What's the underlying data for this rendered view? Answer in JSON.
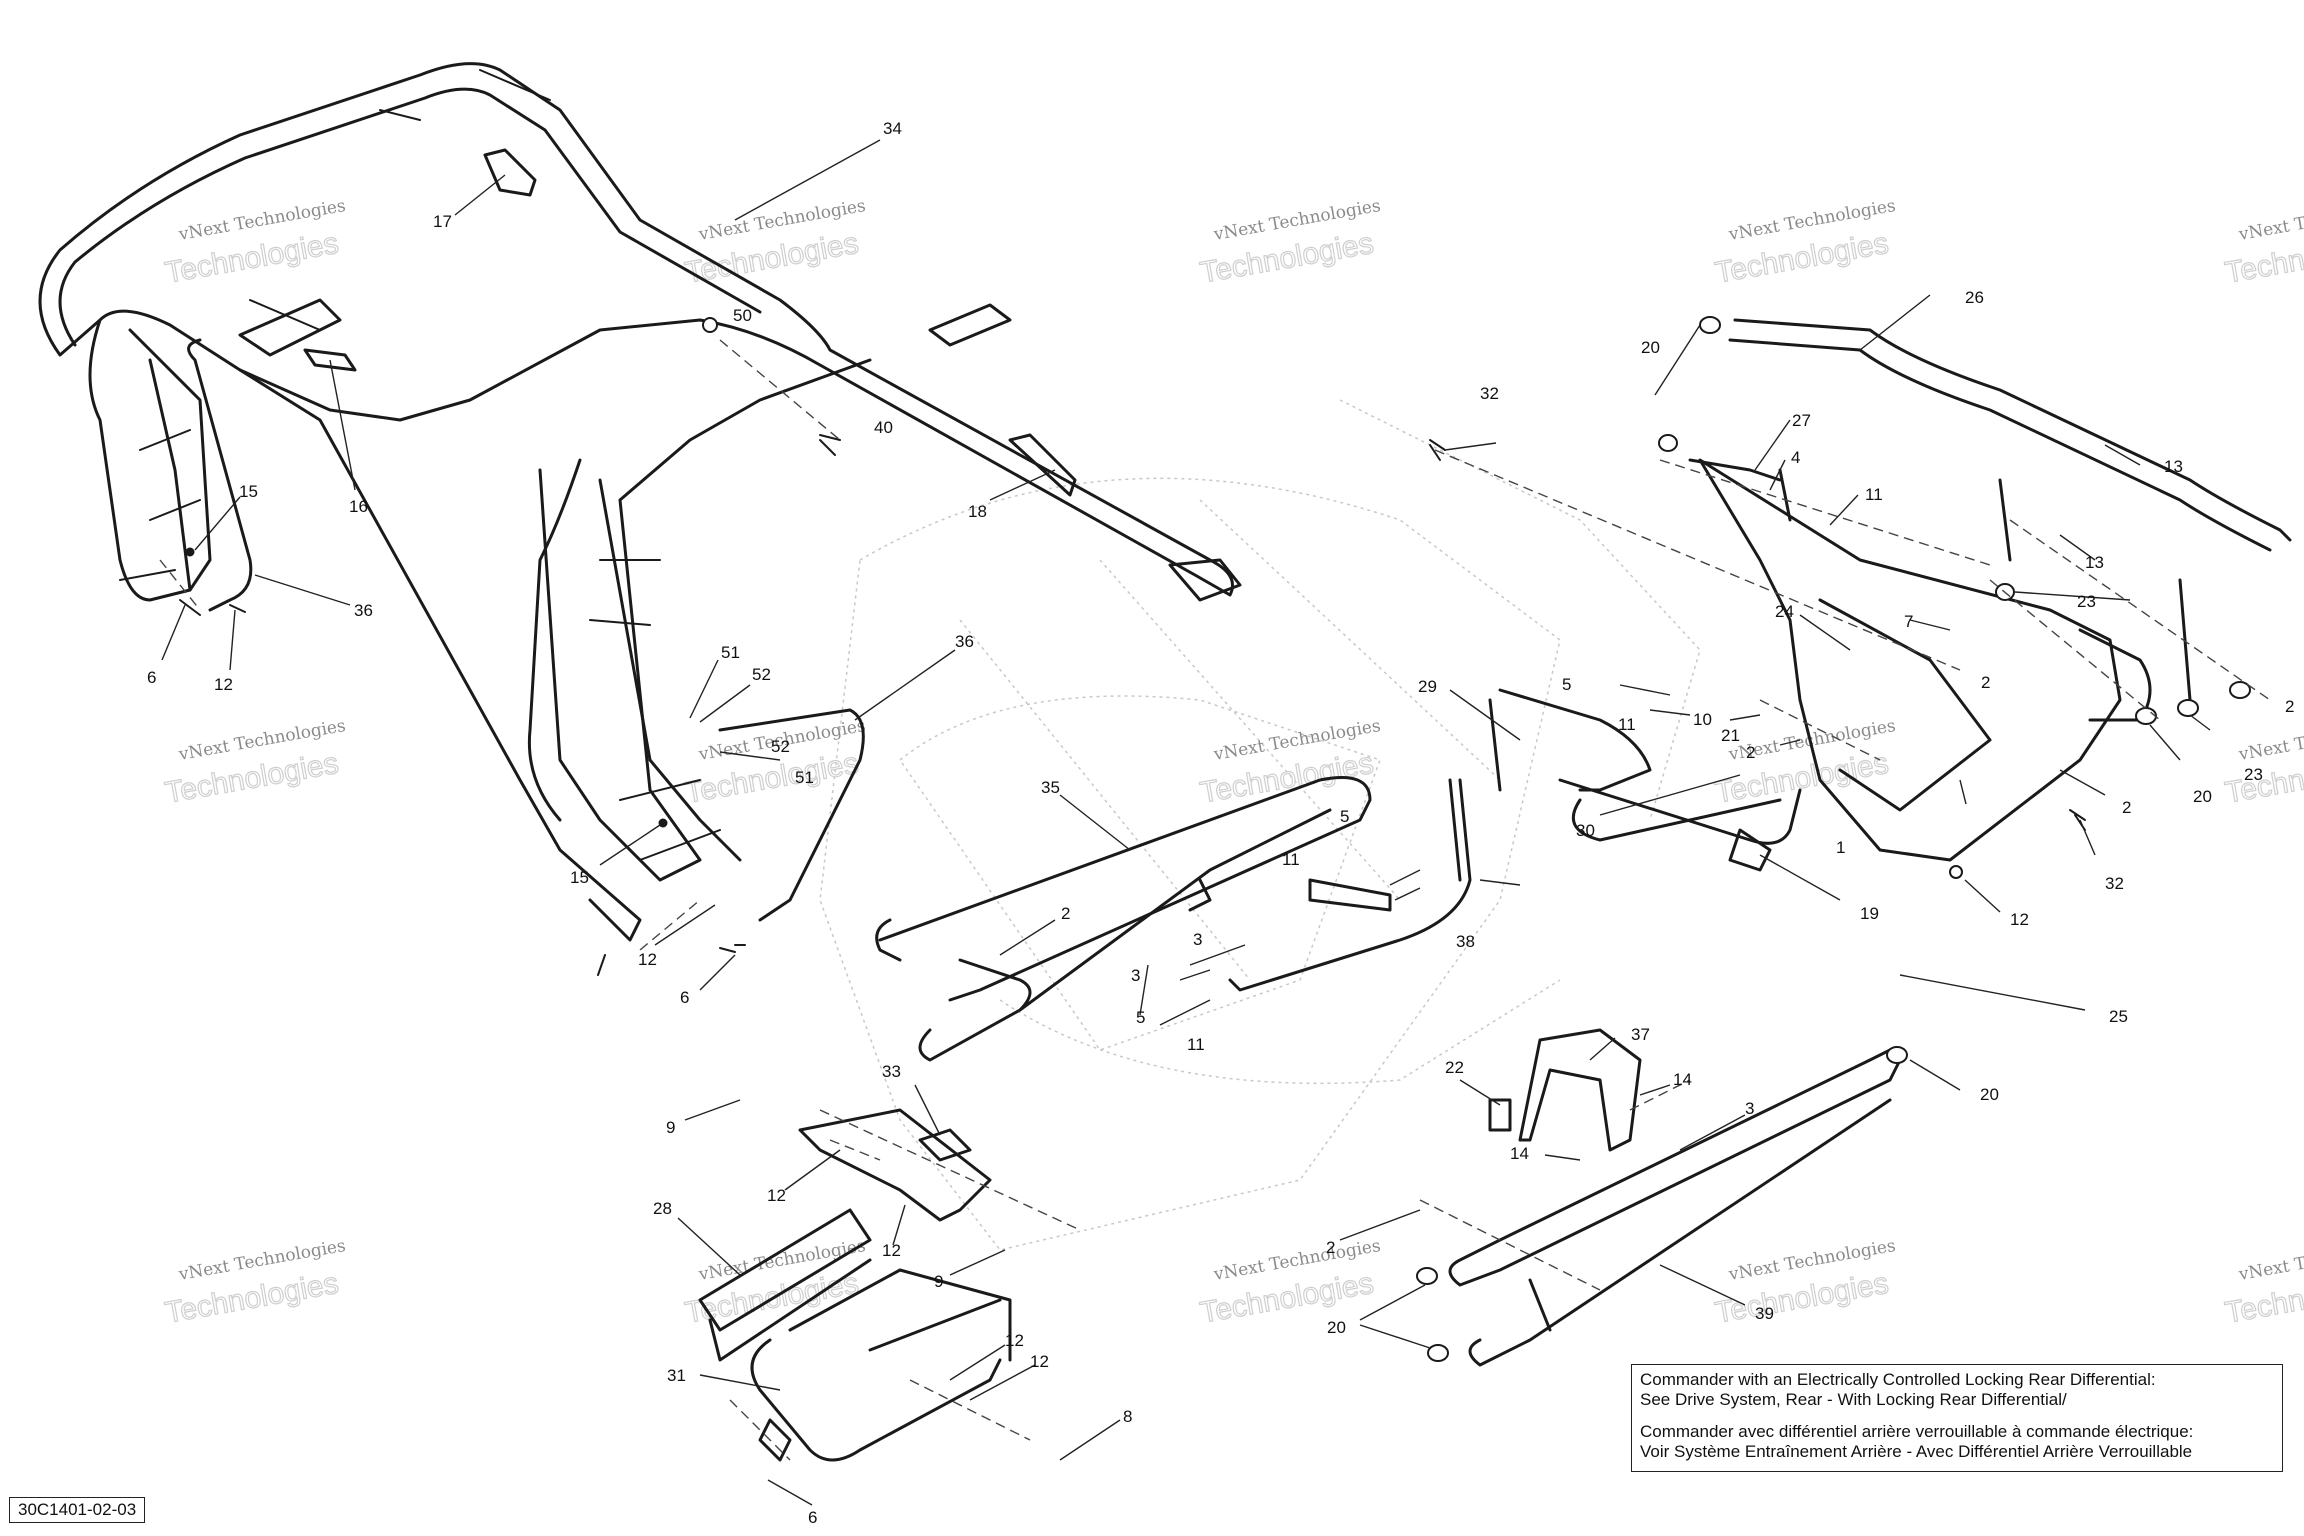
{
  "diagram_code": "30C1401-02-03",
  "watermark": {
    "line1": "vNext Technologies",
    "line2": "Technologies"
  },
  "note": {
    "lines_en": [
      "Commander with an Electrically Controlled Locking Rear Differential:",
      "See Drive System, Rear - With Locking Rear Differential/"
    ],
    "lines_fr": [
      "Commander avec différentiel arrière verrouillable à commande électrique:",
      "Voir Système Entraînement Arrière - Avec Différentiel Arrière Verrouillable"
    ]
  },
  "callouts": {
    "c34": "34",
    "c17": "17",
    "c50": "50",
    "c40": "40",
    "c18": "18",
    "c16": "16",
    "c15a": "15",
    "c36a": "36",
    "c6a": "6",
    "c12a": "12",
    "c36b": "36",
    "c51a": "51",
    "c52a": "52",
    "c52b": "52",
    "c51b": "51",
    "c15b": "15",
    "c12b": "12",
    "c6b": "6",
    "c35": "35",
    "c2a": "2",
    "c3a": "3",
    "c5a": "5",
    "c11a": "11",
    "c3b": "3",
    "c5b": "5",
    "c11b": "11",
    "c38": "38",
    "c32a": "32",
    "c20a": "20",
    "c26": "26",
    "c27": "27",
    "c4": "4",
    "c11c": "11",
    "c13a": "13",
    "c13b": "13",
    "c23a": "23",
    "c24": "24",
    "c7": "7",
    "c29": "29",
    "c5c": "5",
    "c11d": "11",
    "c10": "10",
    "c21": "21",
    "c2b": "2",
    "c2c": "2",
    "c30": "30",
    "c1": "1",
    "c2d": "2",
    "c20b": "20",
    "c23b": "23",
    "c2e": "2",
    "c32b": "32",
    "c19": "19",
    "c12c": "12",
    "c25": "25",
    "c33": "33",
    "c9a": "9",
    "c12d": "12",
    "c28": "28",
    "c12e": "12",
    "c9b": "9",
    "c31": "31",
    "c12f": "12",
    "c12g": "12",
    "c8": "8",
    "c6c": "6",
    "c37": "37",
    "c22": "22",
    "c14a": "14",
    "c14b": "14",
    "c3c": "3",
    "c20c": "20",
    "c2f": "2",
    "c20d": "20",
    "c39": "39"
  }
}
